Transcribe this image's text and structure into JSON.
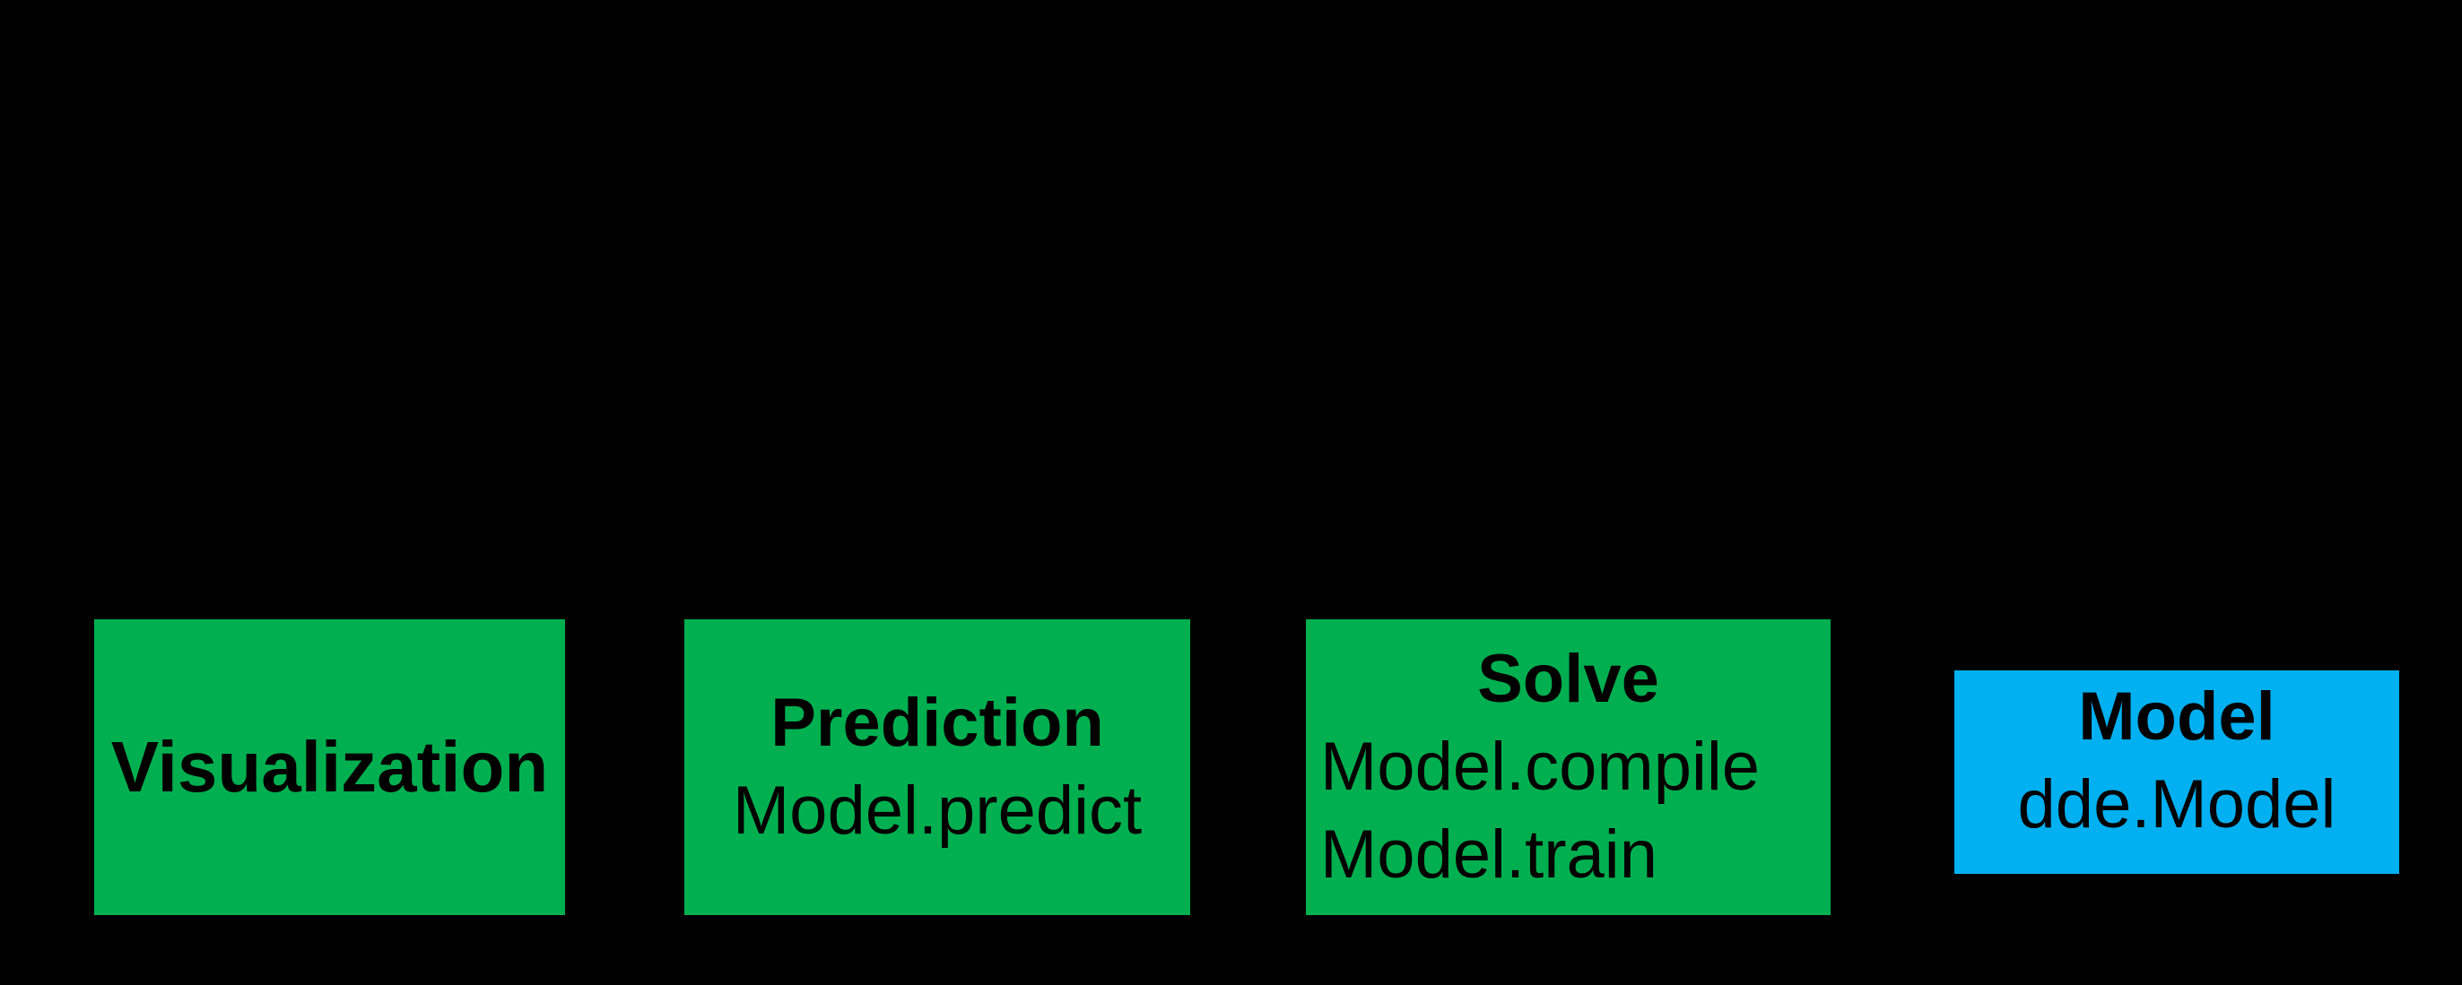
{
  "diagram": {
    "background": "#000000",
    "text_color": "#000000",
    "colors": {
      "green": "#00B050",
      "blue": "#00B0F0"
    },
    "boxes": {
      "visualization": {
        "title": "Visualization",
        "color": "#00B050"
      },
      "prediction": {
        "title": "Prediction",
        "code": "Model.predict",
        "color": "#00B050"
      },
      "solve": {
        "title": "Solve",
        "code1": "Model.compile",
        "code2": "Model.train",
        "color": "#00B050"
      },
      "model": {
        "title": "Model",
        "code": "dde.Model",
        "color": "#00B0F0"
      }
    }
  }
}
